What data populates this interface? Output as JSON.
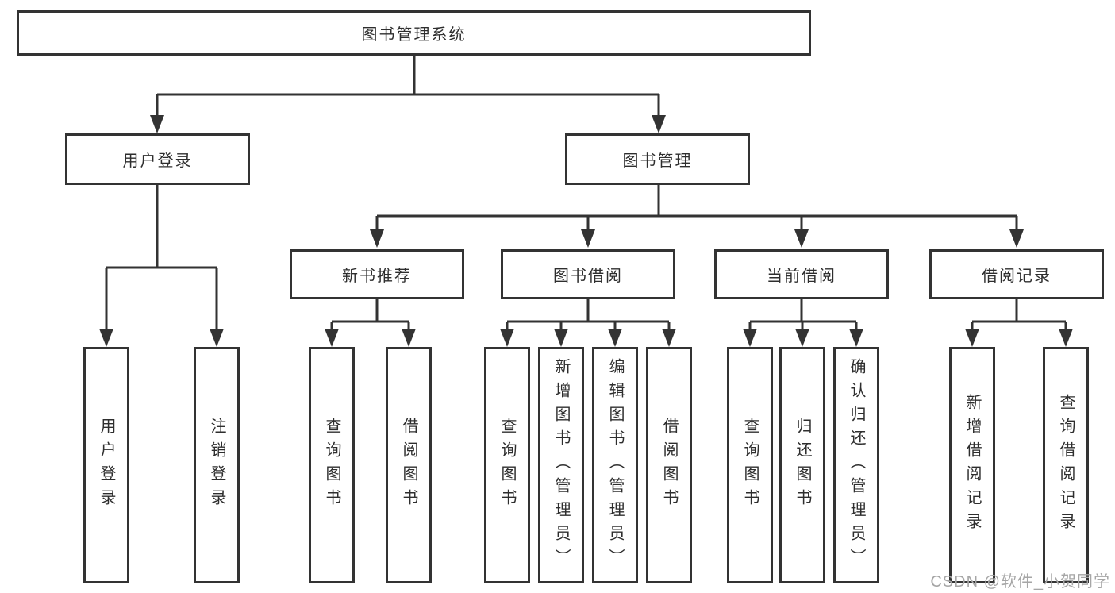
{
  "tree": {
    "root": "图书管理系统",
    "branches": [
      {
        "label": "用户登录",
        "children": [
          "用户登录",
          "注销登录"
        ]
      },
      {
        "label": "图书管理",
        "sections": [
          {
            "label": "新书推荐",
            "children": [
              "查询图书",
              "借阅图书"
            ]
          },
          {
            "label": "图书借阅",
            "children": [
              "查询图书",
              "新增图书（管理员）",
              "编辑图书（管理员）",
              "借阅图书"
            ]
          },
          {
            "label": "当前借阅",
            "children": [
              "查询图书",
              "归还图书",
              "确认归还（管理员）"
            ]
          },
          {
            "label": "借阅记录",
            "children": [
              "新增借阅记录",
              "查询借阅记录"
            ]
          }
        ]
      }
    ]
  },
  "watermark": "CSDN @软件_小贺同学",
  "colors": {
    "line": "#333333",
    "text": "#2e2e2e",
    "watermark": "#a6a6a6",
    "background": "#ffffff"
  }
}
